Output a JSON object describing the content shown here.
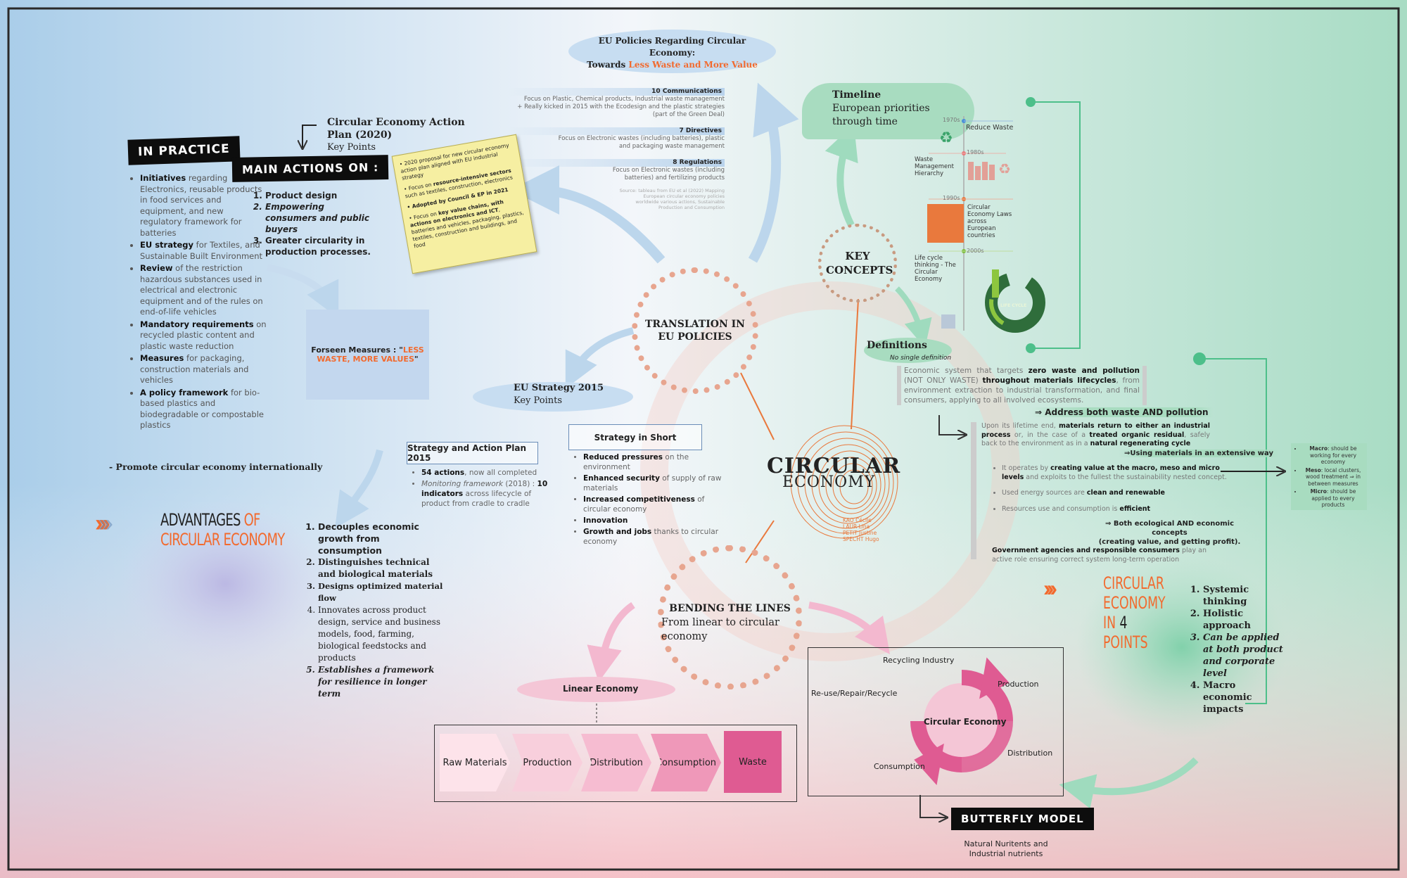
{
  "eu_policies": {
    "title_line1": "EU Policies  Regarding Circular",
    "title_line2": "Economy:",
    "title_line3_prefix": "Towards ",
    "title_line3_highlight": "Less Waste and More Value",
    "communications_head": "10 Communications",
    "communications_text1": "Focus on Plastic, Chemical products, Industrial waste management",
    "communications_text2": "+ Really kicked in 2015 with the Ecodesign and the plastic strategies",
    "communications_text3": "(part of the Green Deal)",
    "directives_head": "7 Directives",
    "directives_text1": "Focus on Electronic wastes (including batteries), plastic",
    "directives_text2": "and packaging waste management",
    "regulations_head": "8 Regulations",
    "regulations_text1": "Focus on Electronic wastes (including",
    "regulations_text2": "batteries) and fertilizing products",
    "source1": "Source: tableau from EU et al (2022) Mapping",
    "source2": "European circular economy policies",
    "source3": "worldwide various actions, Sustainable",
    "source4": "Production and Consumption"
  },
  "action_plan": {
    "title_line1": "Circular Economy Action",
    "title_line2": "Plan (2020)",
    "subtitle": "Key Points",
    "note_1": "2020 proposal for new circular economy action plan aligned with EU industrial strategy",
    "note_2a": "Focus on ",
    "note_2b": "resource-intensive sectors",
    "note_2c": " such as textiles, construction, electronics",
    "note_3": "Adopted by Council & EP in 2021",
    "note_4a": "Focus on ",
    "note_4b": "key value chains, with actions on electronics and ICT",
    "note_4c": ", batteries and vehicles, packaging, plastics, textiles, construction and buildings, and food"
  },
  "in_practice": {
    "label": "IN PRACTICE",
    "items": [
      {
        "bold": "Initiatives",
        "rest": " regarding Electronics, reusable products in food services and equipment, and new regulatory framework for batteries"
      },
      {
        "bold": "EU strategy",
        "rest": " for Textiles, and Sustainable Built Environment"
      },
      {
        "bold": "Review",
        "rest": " of the restriction hazardous substances used in electrical and electronic equipment and of the rules on end-of-life vehicles"
      },
      {
        "bold": "Mandatory requirements",
        "rest": " on recycled plastic content and plastic waste reduction"
      },
      {
        "bold": "Measures",
        "rest": " for packaging, construction materials and vehicles"
      },
      {
        "bold": "A policy framework",
        "rest": " for bio-based plastics and biodegradable or compostable plastics"
      }
    ],
    "promote": "- Promote circular economy internationally"
  },
  "main_actions": {
    "label": "MAIN ACTIONS ON :",
    "items": [
      "Product design",
      "Empowering consumers and public buyers",
      "Greater circularity in production processes."
    ]
  },
  "foreseen": {
    "prefix": "Forseen Measures : \"",
    "highlight": "LESS WASTE, MORE VALUES",
    "suffix": "\""
  },
  "eu_strategy_2015": {
    "title": "EU Strategy 2015",
    "subtitle": "Key Points"
  },
  "strategy_plan": {
    "title": "Strategy and Action Plan 2015",
    "item1_bold": "54 actions",
    "item1_rest": ", now all completed",
    "item2_italic": "Monitoring framework",
    "item2_rest": " (2018) : ",
    "item2_bold": "10 indicators",
    "item2_rest2": " across lifecycle of product from cradle to cradle"
  },
  "strategy_short": {
    "title": "Strategy in Short",
    "items": [
      {
        "bold": "Reduced pressures",
        "rest": " on the environment"
      },
      {
        "bold": "Enhanced security",
        "rest": " of supply of raw materials"
      },
      {
        "bold": "Increased competitiveness",
        "rest": " of circular economy"
      },
      {
        "bold": "Innovation",
        "rest": ""
      },
      {
        "bold": "Growth and jobs",
        "rest": " thanks to circular economy"
      }
    ]
  },
  "nodes": {
    "translation": "TRANSLATION IN EU POLICIES",
    "key_concepts": "KEY CONCEPTS",
    "bending_title": "BENDING THE LINES",
    "bending_sub": "From linear to circular economy",
    "center_title": "CIRCULAR",
    "center_sub": "ECONOMY",
    "authors": [
      "KAO Cécile",
      "LAUR Lina",
      "PETIT Justine",
      "SPECHT Hugo"
    ]
  },
  "timeline": {
    "title": "Timeline",
    "subtitle_line1": "European priorities",
    "subtitle_line2": "through time",
    "entries": [
      {
        "year": "1970s",
        "label": "Reduce Waste"
      },
      {
        "year": "1980s",
        "label": "Waste Management Hierarchy"
      },
      {
        "year": "1990s",
        "label": "Circular Economy Laws across European countries"
      },
      {
        "year": "2000s",
        "label": "Life cycle thinking - The Circular Economy"
      }
    ],
    "life_cycle_label": "LIFE CYCLE"
  },
  "definitions": {
    "title": "Definitions",
    "subtitle": "No single definition",
    "para1_a": "Economic system that targets ",
    "para1_b": "zero waste and pollution",
    "para1_c": " (NOT ONLY WASTE) ",
    "para1_d": "throughout materials lifecycles",
    "para1_e": ", from environment extraction to industrial transformation, and final consumers, applying to all involved ecosystems.",
    "arrow1": "⇒ Address both waste AND pollution",
    "para2_a": "Upon its lifetime end, ",
    "para2_b": "materials return to either an industrial process",
    "para2_c": " or, in the case of a ",
    "para2_d": "treated organic residual",
    "para2_e": ", safely back to the environment as in a ",
    "para2_f": "natural regenerating cycle",
    "arrow2": "⇒Using materials in an extensive way",
    "bullet1_a": "It operates by ",
    "bullet1_b": "creating value at the macro, meso and micro levels",
    "bullet1_c": " and exploits to the fullest the sustainability nested concept.",
    "bullet2_a": "Used energy sources are ",
    "bullet2_b": "clean and renewable",
    "bullet3_a": "Resources use and consumption is ",
    "bullet3_b": "efficient",
    "arrow3_line1": "⇒ Both ecological AND economic concepts",
    "arrow3_line2": "(creating value, and getting profit).",
    "gov_a": "Government agencies and responsible consumers",
    "gov_b": " play an active role ensuring correct system long-term operation"
  },
  "levels": [
    {
      "bold": "Macro",
      "rest": ": should be working for every economy"
    },
    {
      "bold": "Meso",
      "rest": ": local clusters, wood treatment ⇒ in between measures"
    },
    {
      "bold": "Micro",
      "rest": ": should be applied to every products"
    }
  ],
  "advantages": {
    "title_a": "ADVANTAGES ",
    "title_b": "OF",
    "title_c": "CIRCULAR ECONOMY",
    "items": [
      "Decouples economic growth from consumption",
      "Distinguishes technical and biological materials",
      "Designs optimized material flow",
      "Innovates across product design, service and business models, food, farming, biological feedstocks and products",
      "Establishes a framework for resilience in longer term"
    ]
  },
  "four_points": {
    "title_a": "CIRCULAR",
    "title_b": "ECONOMY",
    "title_c": "IN ",
    "title_d": "4",
    "title_e": " POINTS",
    "items": [
      "Systemic thinking",
      "Holistic approach",
      "Can be applied at both product and corporate level",
      "Macro economic impacts"
    ]
  },
  "linear": {
    "title": "Linear Economy",
    "steps": [
      "Raw Materials",
      "Production",
      "Distribution",
      "Consumption",
      "Waste"
    ]
  },
  "circular_diagram": {
    "center": "Circular Economy",
    "recycling": "Recycling Industry",
    "production": "Production",
    "distribution": "Distribution",
    "consumption": "Consumption",
    "reuse": "Re-use/Repair/Recycle"
  },
  "butterfly": {
    "label": "BUTTERFLY MODEL",
    "caption_line1": "Natural Nuritents and",
    "caption_line2": "Industrial nutrients"
  },
  "colors": {
    "accent": "#f26a2e",
    "pink": "#e0558f",
    "mint": "#a8dcc0",
    "blue": "#bcd6ec",
    "green_line": "#4dbf8a"
  }
}
